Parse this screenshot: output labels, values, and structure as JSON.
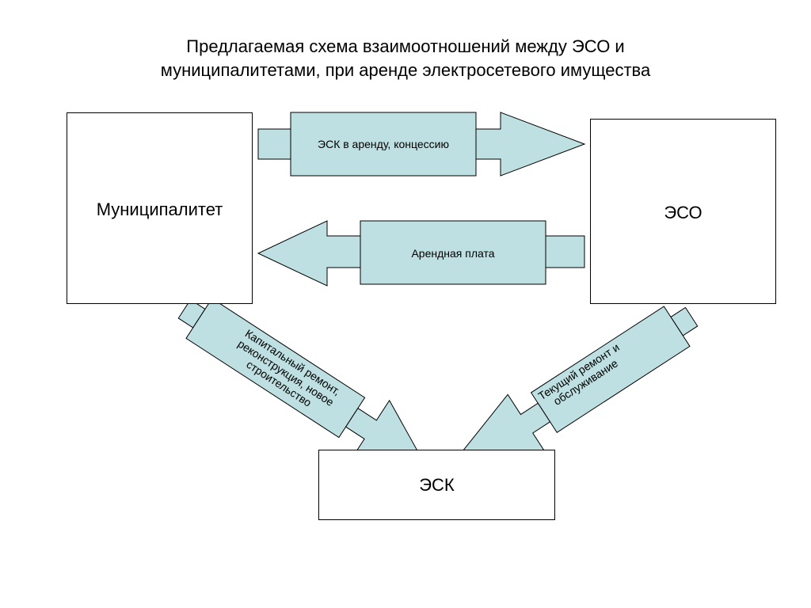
{
  "title": {
    "line1": "Предлагаемая схема взаимоотношений между ЭСО и",
    "line2": "муниципалитетами, при аренде электросетевого имущества"
  },
  "nodes": {
    "municipality": "Муниципалитет",
    "eso": "ЭСО",
    "esk": "ЭСК"
  },
  "arrows": {
    "lease": "ЭСК в аренду, концессию",
    "rent": "Арендная плата",
    "capital": "Капитальный ремонт, реконструкция, новое строительство",
    "current": "Текущий ремонт и обслуживание"
  },
  "colors": {
    "arrow_fill": "#bfe0e2",
    "stroke": "#000000"
  }
}
